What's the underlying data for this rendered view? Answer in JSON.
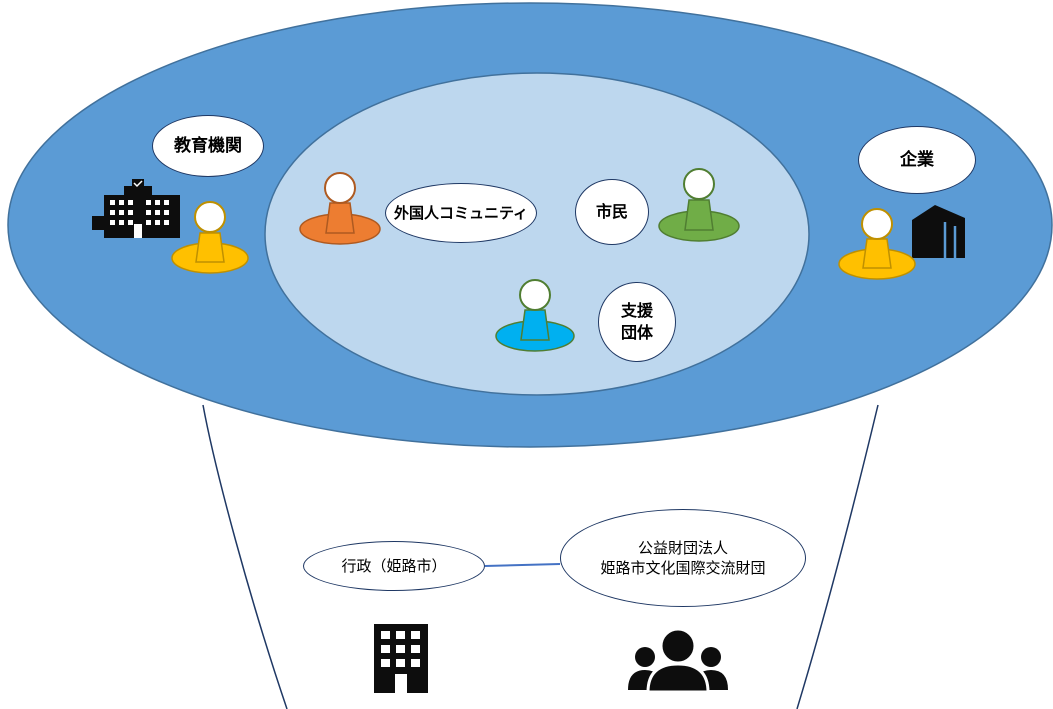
{
  "labels": {
    "education": "教育機関",
    "corporation": "企業",
    "foreign_community": "外国人コミュニティ",
    "citizens": "市民",
    "support_line1": "支援",
    "support_line2": "団体",
    "government": "行政（姫路市）",
    "foundation_line1": "公益財団法人",
    "foundation_line2": "姫路市文化国際交流財団"
  },
  "icons": {
    "school": "school-building-icon",
    "corporate": "corporate-building-icon",
    "office": "office-building-icon",
    "people": "people-group-icon",
    "pin": "person-pin-icon"
  },
  "colors": {
    "outer_ring": "#5b9bd5",
    "inner_circle": "#bdd7ee",
    "education_pin": "#ffc000",
    "corporation_pin": "#ffc000",
    "foreign_community_pin": "#ed7d31",
    "citizens_pin": "#70ad47",
    "support_pin": "#00b0f0",
    "funnel_line": "#1f3864",
    "connector": "#4472c4"
  }
}
